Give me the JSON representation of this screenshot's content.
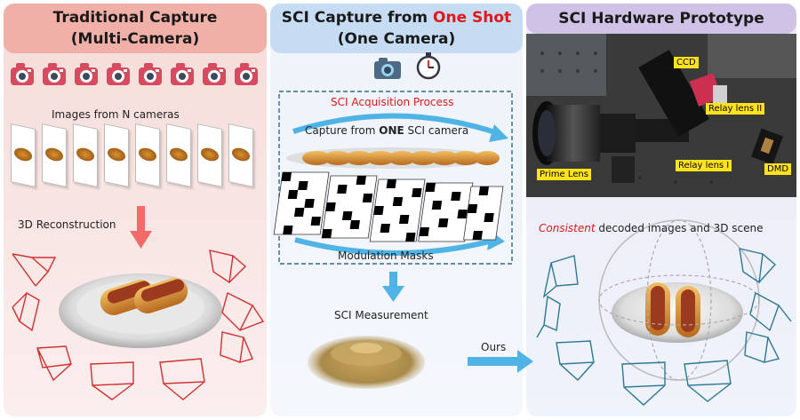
{
  "panel1": {
    "title_line1": "Traditional Capture",
    "title_line2": "(Multi-Camera)",
    "images_label": "Images from N cameras",
    "recon_label": "3D Reconstruction"
  },
  "panel2": {
    "title_prefix": "SCI Capture from ",
    "title_highlight": "One Shot",
    "title_line2": "(One Camera)",
    "process_title": "SCI Acquisition Process",
    "capture_prefix": "Capture from ",
    "capture_bold": "ONE",
    "capture_suffix": " SCI camera",
    "masks_label": "Modulation Masks",
    "measurement_label": "SCI Measurement",
    "ours_label": "Ours"
  },
  "panel3": {
    "title": "SCI Hardware Prototype",
    "tags": {
      "ccd": "CCD",
      "relay2": "Relay lens II",
      "prime": "Prime Lens",
      "relay1": "Relay lens I",
      "dmd": "DMD"
    },
    "consistent_word": "Consistent",
    "consistent_rest": " decoded images and 3D scene"
  },
  "colors": {
    "accent_red": "#e01818",
    "arrow_blue": "#4fb3e6",
    "frustum_red": "#d03030",
    "frustum_blue": "#2c7896"
  },
  "icons": [
    "camera-icon",
    "stopwatch-icon"
  ]
}
